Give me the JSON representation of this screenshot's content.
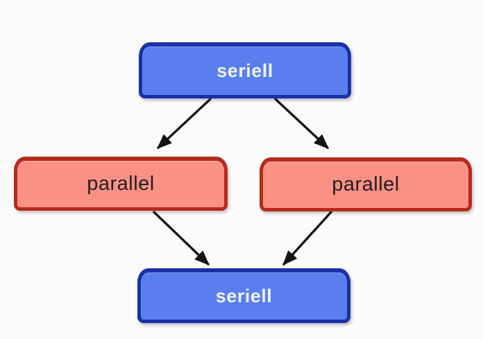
{
  "diagram_title": "",
  "nodes": {
    "seriell_top": {
      "label": "seriell",
      "type": "serial"
    },
    "parallel_left": {
      "label": "parallel",
      "type": "parallel"
    },
    "parallel_right": {
      "label": "parallel",
      "type": "parallel"
    },
    "seriell_bottom": {
      "label": "seriell",
      "type": "serial"
    }
  },
  "edges": [
    {
      "from": "seriell_top",
      "to": "parallel_left"
    },
    {
      "from": "seriell_top",
      "to": "parallel_right"
    },
    {
      "from": "parallel_left",
      "to": "seriell_bottom"
    },
    {
      "from": "parallel_right",
      "to": "seriell_bottom"
    }
  ],
  "colors": {
    "serial_fill": "#5a7eee",
    "serial_border": "#1b2fa6",
    "serial_text": "#eff2fc",
    "parallel_fill": "#fb9185",
    "parallel_border": "#b52a1d",
    "parallel_text": "#231e1e",
    "arrow": "#141414",
    "background": "#fbfbfb"
  }
}
